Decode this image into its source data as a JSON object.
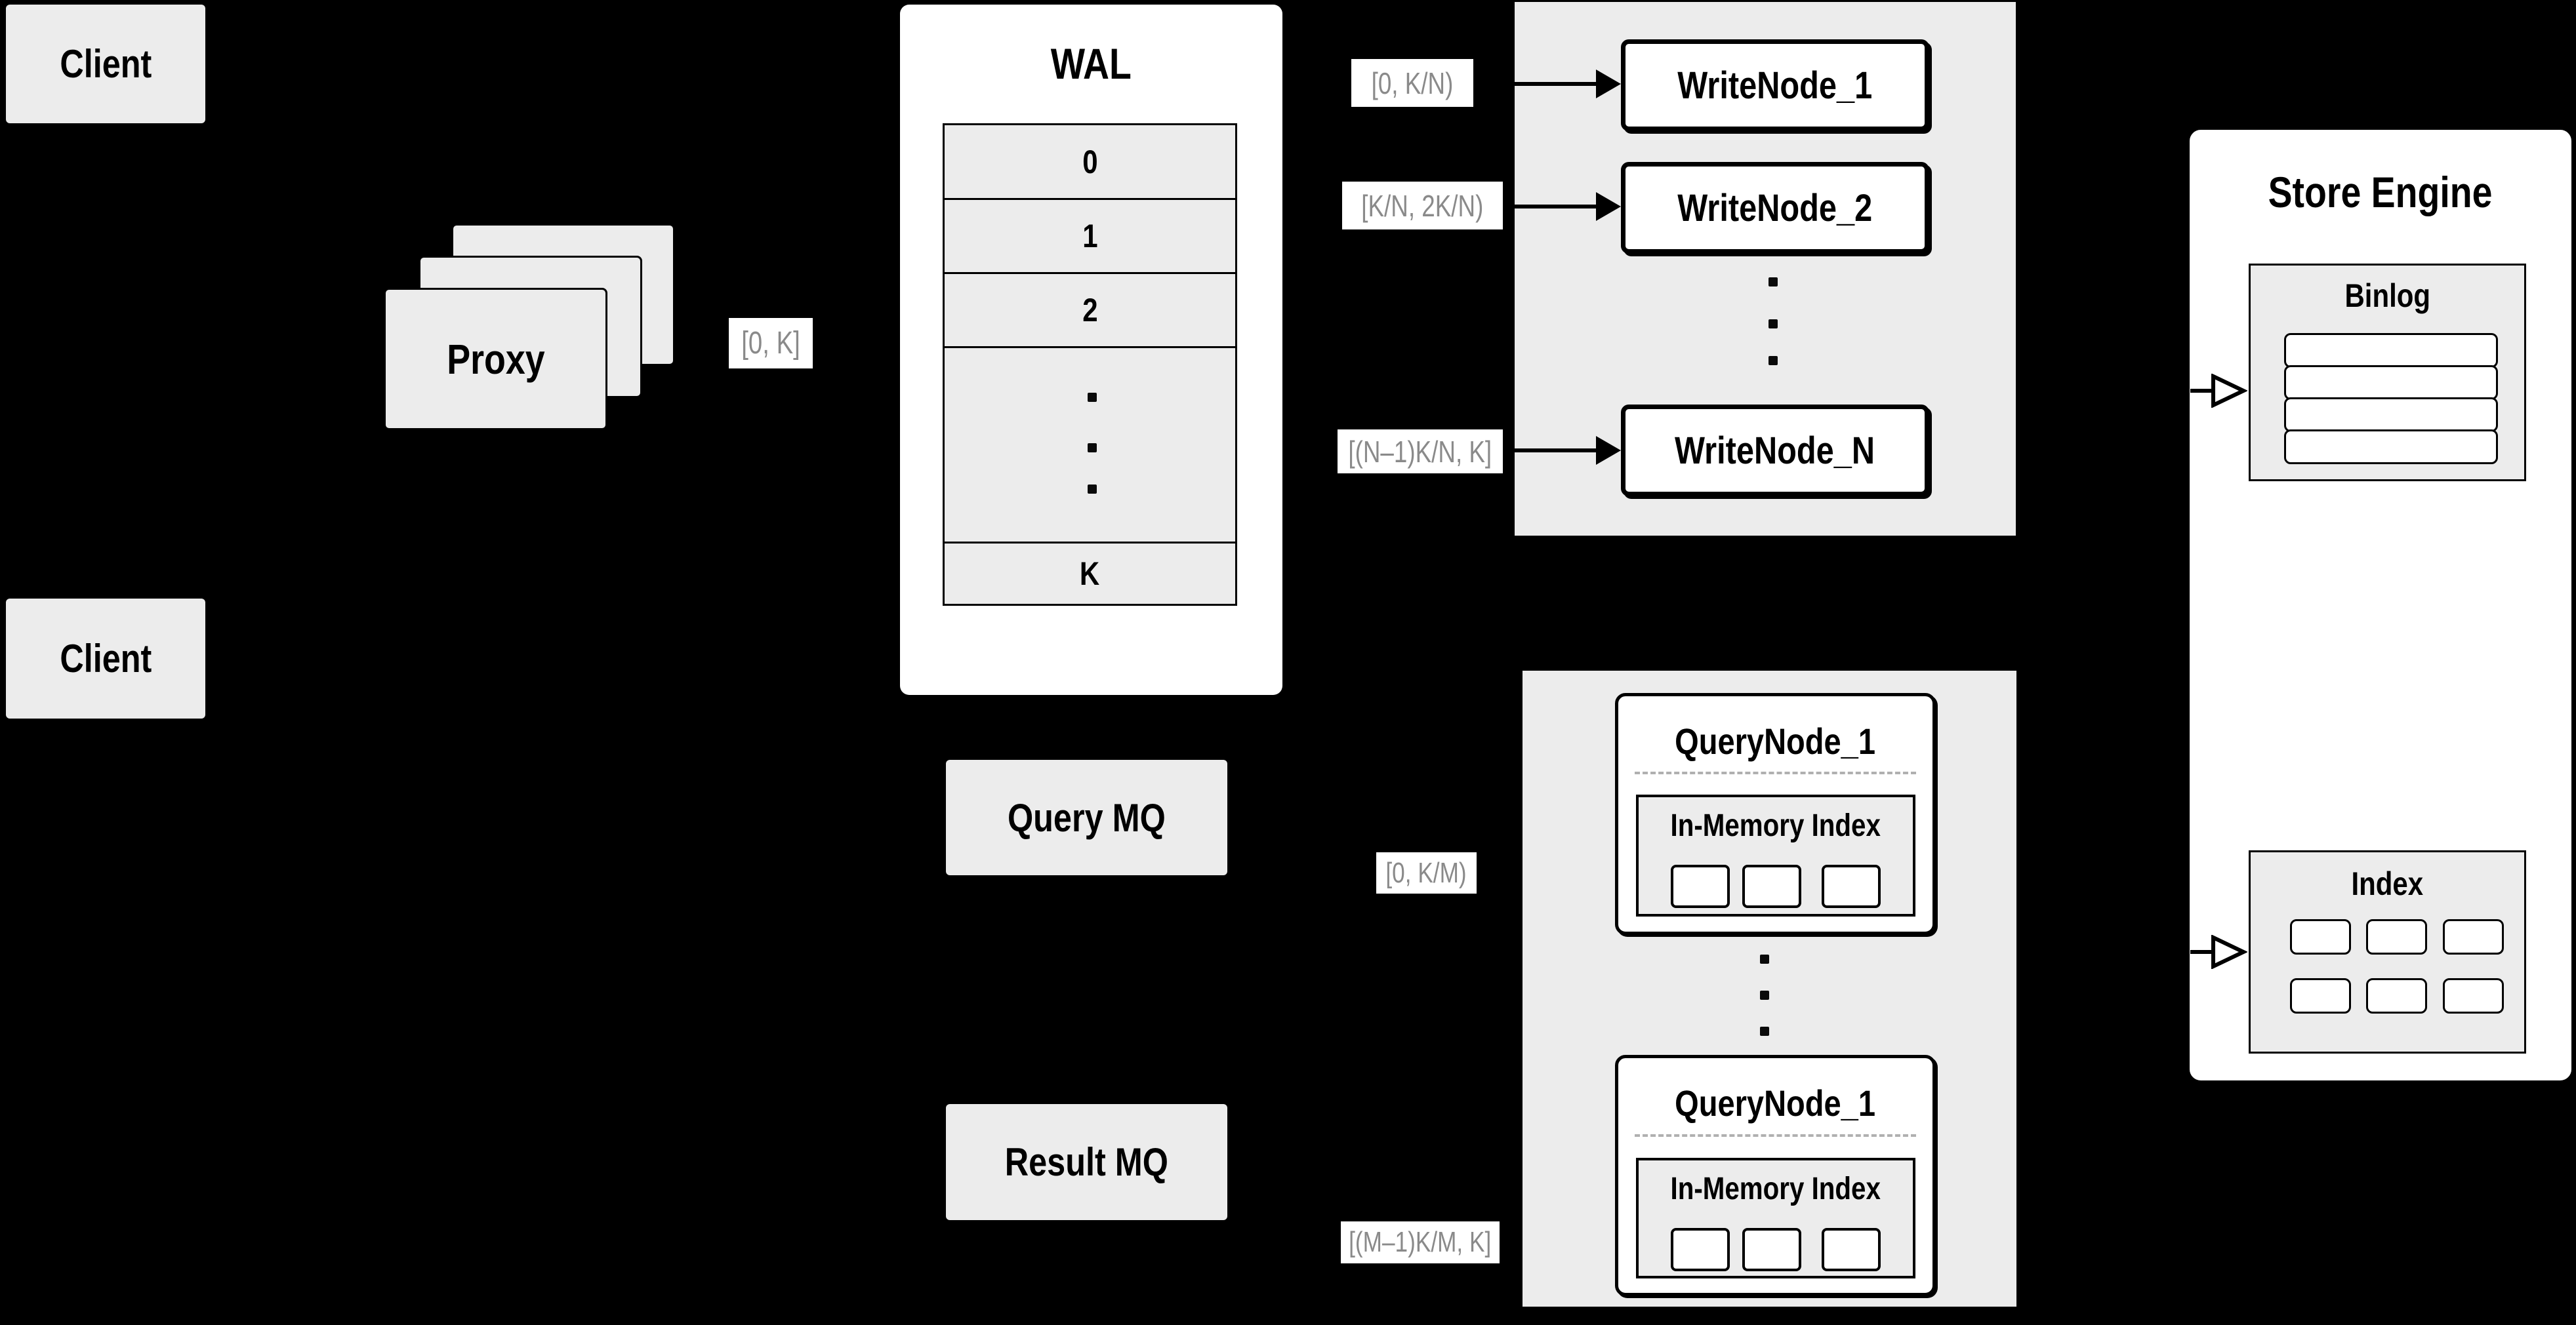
{
  "colors": {
    "background": "#000000",
    "panel_gray": "#ececec",
    "box_white": "#ffffff",
    "border": "#000000",
    "chip_text": "#8a8a8a",
    "dashed_divider": "#b0b0b0"
  },
  "clients": [
    {
      "label": "Client"
    },
    {
      "label": "Client"
    }
  ],
  "proxy": {
    "label": "Proxy"
  },
  "wal": {
    "title": "WAL",
    "rows": [
      "0",
      "1",
      "2",
      "K"
    ]
  },
  "chips": {
    "proxy_to_wal": "[0, K]",
    "to_writenode_1": "[0, K/N)",
    "to_writenode_2": "[K/N, 2K/N)",
    "to_writenode_n": "[(N–1)K/N, K]",
    "to_querynode_1": "[0, K/M)",
    "to_querynode_2": "[(M–1)K/M, K]"
  },
  "write_nodes": [
    {
      "label": "WriteNode_1"
    },
    {
      "label": "WriteNode_2"
    },
    {
      "label": "WriteNode_N"
    }
  ],
  "mq": {
    "query": "Query MQ",
    "result": "Result MQ"
  },
  "query_nodes": [
    {
      "title": "QueryNode_1",
      "inner": "In-Memory Index"
    },
    {
      "title": "QueryNode_1",
      "inner": "In-Memory Index"
    }
  ],
  "store": {
    "title": "Store Engine",
    "binlog": "Binlog",
    "index": "Index"
  }
}
